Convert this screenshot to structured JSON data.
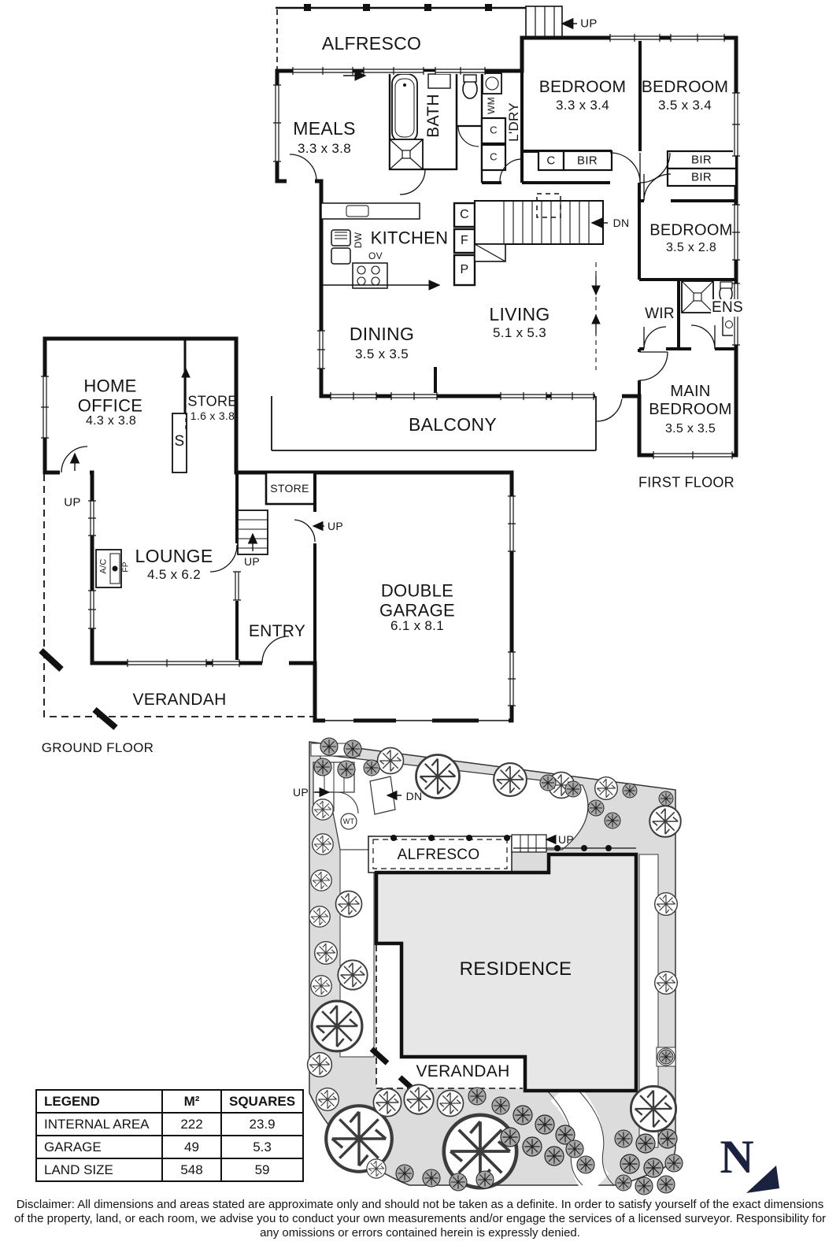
{
  "first_floor": {
    "alfresco": "ALFRESCO",
    "up_stairs": "UP",
    "bedroom1": {
      "name": "BEDROOM",
      "dims": "3.3 x 3.4"
    },
    "bedroom2": {
      "name": "BEDROOM",
      "dims": "3.5 x 3.4"
    },
    "bedroom3": {
      "name": "BEDROOM",
      "dims": "3.5 x 2.8"
    },
    "meals": {
      "name": "MEALS",
      "dims": "3.3 x 3.8"
    },
    "bath": "BATH",
    "wm": "WM",
    "laundry": "L'DRY",
    "cupboard1": "C",
    "cupboard2": "C",
    "cupboard_hall": "C",
    "bir_hall": "BIR",
    "bir_right1": "BIR",
    "bir_right2": "BIR",
    "kitchen": "KITCHEN",
    "dishwasher": "DW",
    "oven": "OV",
    "linen": "C",
    "fridge": "F",
    "pantry": "P",
    "down": "DN",
    "dining": {
      "name": "DINING",
      "dims": "3.5 x 3.5"
    },
    "living": {
      "name": "LIVING",
      "dims": "5.1 x 5.3"
    },
    "wir": "WIR",
    "ensuite": "ENS",
    "balcony": "BALCONY",
    "main_bedroom": {
      "name": "MAIN BEDROOM",
      "dims": "3.5 x 3.5"
    },
    "floor_label": "FIRST FLOOR"
  },
  "ground_floor": {
    "home_office": {
      "name": "HOME OFFICE",
      "dims": "4.3 x 3.8"
    },
    "store": {
      "name": "STORE",
      "dims": "1.6 x 3.8"
    },
    "shelves": "S",
    "up_door": "UP",
    "lounge": {
      "name": "LOUNGE",
      "dims": "4.5 x 6.2"
    },
    "aircon": "A/C",
    "fireplace": "FP",
    "store_small": "STORE",
    "up_stairs": "UP",
    "up_garage": "UP",
    "entry": "ENTRY",
    "garage": {
      "name": "DOUBLE GARAGE",
      "dims": "6.1 x 8.1"
    },
    "verandah": "VERANDAH",
    "floor_label": "GROUND FLOOR"
  },
  "site_plan": {
    "up_steps": "UP",
    "down": "DN",
    "water_tank": "WT",
    "alfresco": "ALFRESCO",
    "up_stairs": "UP",
    "residence": "RESIDENCE",
    "verandah": "VERANDAH",
    "north": "N"
  },
  "legend": {
    "headers": [
      "LEGEND",
      "M²",
      "SQUARES"
    ],
    "rows": [
      [
        "INTERNAL AREA",
        "222",
        "23.9"
      ],
      [
        "GARAGE",
        "49",
        "5.3"
      ],
      [
        "LAND SIZE",
        "548",
        "59"
      ]
    ]
  },
  "disclaimer": "Disclaimer: All dimensions and areas stated are approximate only and should not be taken as a definite. In order to satisfy yourself of the exact dimensions of the property, land, or each room, we advise you to conduct your own measurements and/or engage the services of a licensed surveyor. Responsibility for any omissions or errors contained herein is expressly denied."
}
